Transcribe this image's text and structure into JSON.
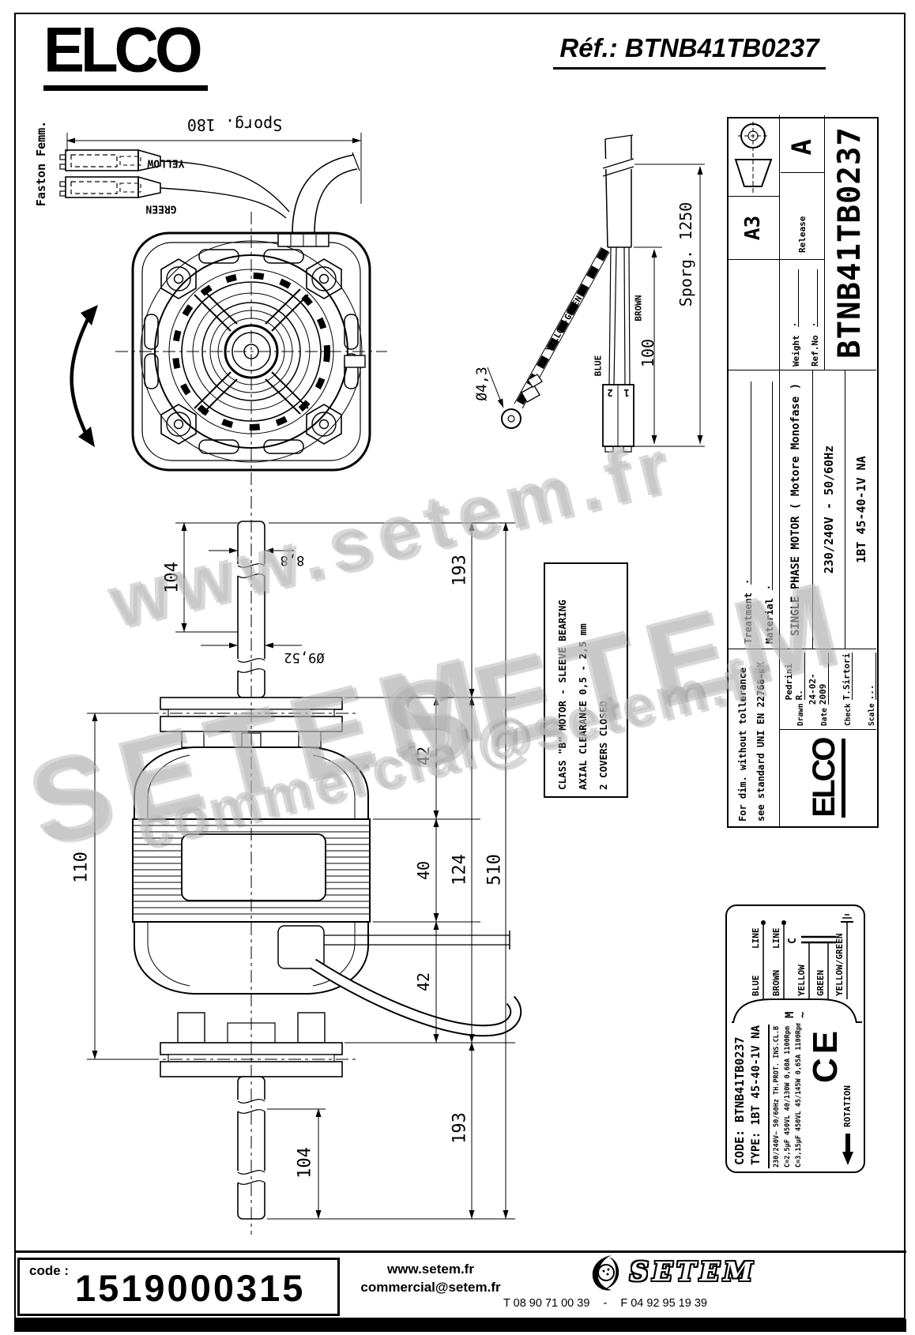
{
  "header": {
    "logo": "ELCO",
    "ref": "Réf.: BTNB41TB0237"
  },
  "watermarks": {
    "top": "www.setem.fr",
    "left": "SETEM",
    "mid": "SETEM",
    "bottom": "commercial@setem.fr"
  },
  "connector_assembly": {
    "faston": "Faston Femm.",
    "sporg": "Sporg. 180",
    "yellow": "YELLOW",
    "green": "GREEN"
  },
  "cable_detail": {
    "dia": "Ø4,3",
    "yg": "YELLOW-GREEN",
    "blue": "BLUE",
    "brown": "BROWN",
    "len": "100",
    "sporg": "Sporg. 1250",
    "pin_left": "2",
    "pin_right": "1"
  },
  "dims": {
    "top_104": "104",
    "top_88": "8,8",
    "top_952": "Ø9,52",
    "top_193": "193",
    "body_110": "110",
    "seg_42a": "42",
    "seg_40": "40",
    "seg_42b": "42",
    "seg_124": "124",
    "total_510": "510",
    "bot_193": "193",
    "bot_104": "104"
  },
  "notes": {
    "l1": "CLASS \"B\" MOTOR - SLEEVE BEARING",
    "l2": "AXIAL CLEARANCE 0,5 - 2,5 mm",
    "l3": "2 COVERS CLOSED"
  },
  "title_block": {
    "tol1": "For dim. without tollerance",
    "tol2": "see standard UNI EN 22768-mK",
    "treatment": "Treatment",
    "treatment_v": ".",
    "material": "Material",
    "material_v": ".",
    "sheet": "A3",
    "weight": "Weight",
    "weight_v": ".",
    "refno": "Ref.No",
    "refno_v": ".",
    "release": "Release",
    "release_v": "A",
    "part": "BTNB41TB0237",
    "t1": "SINGLE PHASE MOTOR ( Motore Monofase )",
    "t2": "230/240V - 50/60Hz",
    "t3": "1BT 45-40-1V NA",
    "drawn": "Drawn",
    "drawn_v": "Pedrini R.",
    "date": "Date",
    "date_v": "24-02-2009",
    "check": "Check",
    "check_v": "T.Sirtori",
    "scale": "Scale",
    "scale_v": "...",
    "logo": "ELCO"
  },
  "wiring": {
    "code_l": "CODE:",
    "code_v": "BTNB41TB0237",
    "type_l": "TYPE:",
    "type_v": "1BT 45-40-1V NA",
    "spec1": "230/240V~ 50/60Hz TH.PROT. INS.CL.B",
    "spec2": "C=2,5µF  450VL 40/130W  0,60A 1100Rpm",
    "spec3": "C=3,15µF 450VL 45/145W  0,65A 1100Rpm",
    "ce": "CE",
    "rotation": "ROTATION",
    "blue": "BLUE",
    "brown": "BROWN",
    "line": "LINE",
    "yellow": "YELLOW",
    "green": "GREEN",
    "yg": "YELLOW/GREEN",
    "m": "M",
    "ac": "~",
    "cap": "C"
  },
  "footer": {
    "code_l": "code :",
    "code_v": "1519000315",
    "web": "www.setem.fr",
    "email": "commercial@setem.fr",
    "brand": "SETEM",
    "tel": "T 08 90 71 00 39",
    "sep": "-",
    "fax": "F 04 92 95 19 39"
  }
}
